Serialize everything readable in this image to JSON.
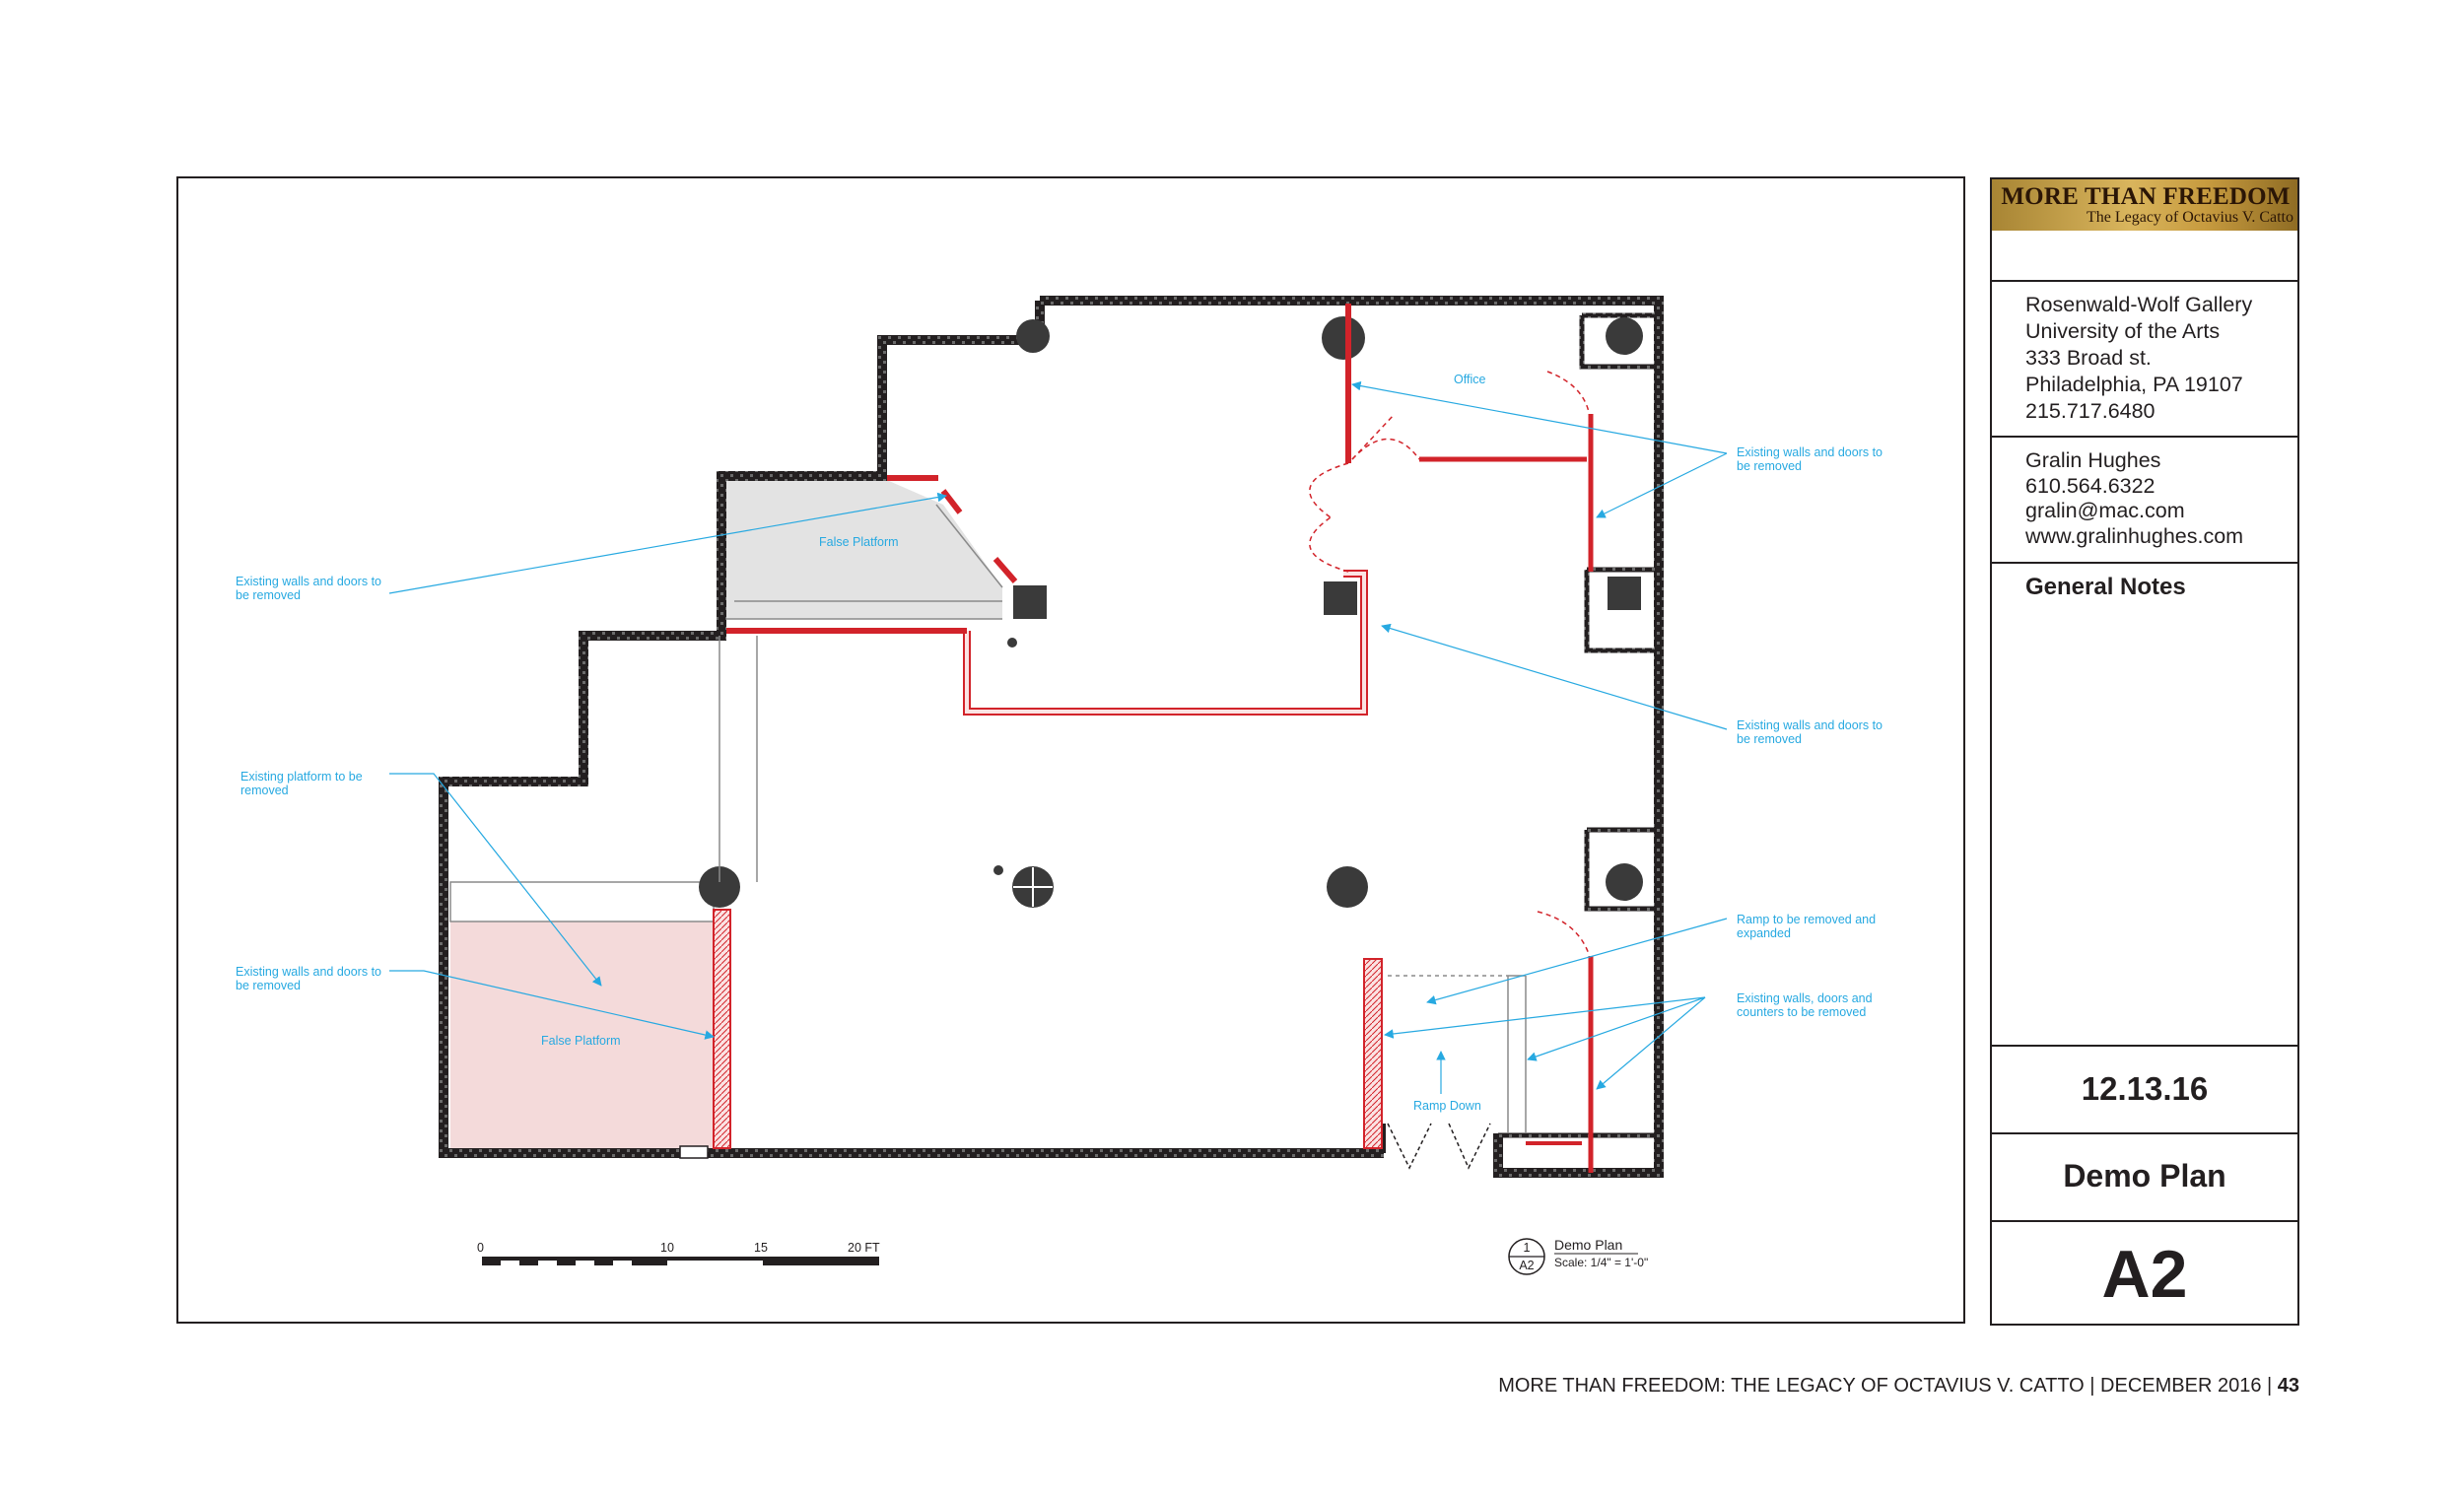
{
  "drawing": {
    "annotations": {
      "office": "Office",
      "false_platform_upper": "False Platform",
      "false_platform_lower": "False Platform",
      "ramp_down": "Ramp Down",
      "left_walls_1_l1": "Existing walls and doors to",
      "left_walls_1_l2": "be removed",
      "left_platform_l1": "Existing platform to be",
      "left_platform_l2": "removed",
      "left_walls_2_l1": "Existing walls and doors to",
      "left_walls_2_l2": "be removed",
      "right_walls_1_l1": "Existing walls and doors to",
      "right_walls_1_l2": "be removed",
      "right_walls_2_l1": "Existing walls and doors to",
      "right_walls_2_l2": "be removed",
      "right_ramp_l1": "Ramp to be removed and",
      "right_ramp_l2": "expanded",
      "right_counters_l1": "Existing walls, doors and",
      "right_counters_l2": "counters to be removed"
    },
    "scale_bar": {
      "t0": "0",
      "t10": "10",
      "t15": "15",
      "t20": "20 FT"
    },
    "view_tag": {
      "number": "1",
      "sheet": "A2",
      "title": "Demo Plan",
      "scale": "Scale: 1/4\" = 1'-0\""
    }
  },
  "title_block": {
    "banner_title": "MORE THAN FREEDOM",
    "banner_subtitle": "The Legacy of Octavius V. Catto",
    "address": [
      "Rosenwald-Wolf Gallery",
      "University of the Arts",
      "333 Broad st.",
      "Philadelphia, PA 19107",
      "215.717.6480"
    ],
    "contact": [
      "Gralin Hughes",
      "610.564.6322",
      "gralin@mac.com",
      "www.gralinhughes.com"
    ],
    "general_notes": "General Notes",
    "date": "12.13.16",
    "sheet_name": "Demo Plan",
    "sheet_number": "A2"
  },
  "footer": {
    "text": "MORE THAN FREEDOM:  THE LEGACY OF OCTAVIUS V. CATTO  |  DECEMBER 2016  |",
    "page": "43"
  },
  "colors": {
    "demo_red": "#d2232a",
    "annotation_blue": "#27a9e1",
    "wall_dark": "#231f20",
    "platform_pink": "#f4dada",
    "platform_gray": "#e3e3e3",
    "banner_gold": "#c79b3f"
  }
}
